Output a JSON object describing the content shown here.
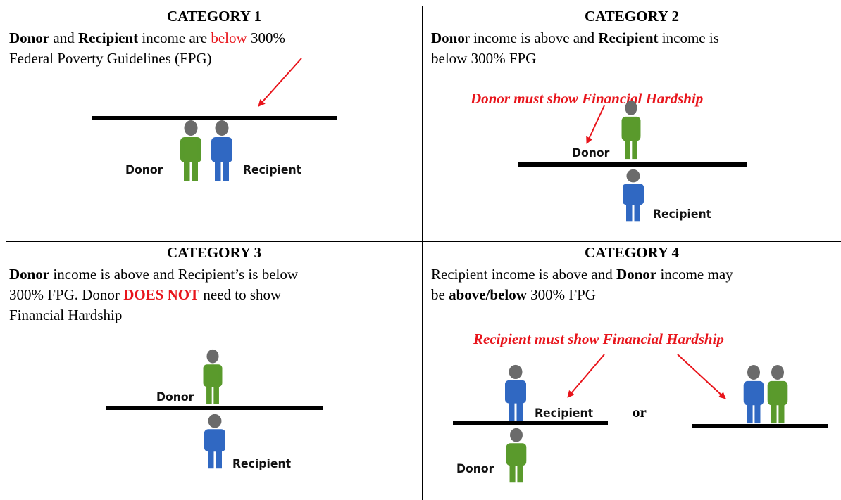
{
  "colors": {
    "donor": "#5a9a2c",
    "recipient": "#3068c2",
    "head": "#6b6b6b",
    "accent": "#e8141b"
  },
  "cells": {
    "c1": {
      "title": "CATEGORY 1",
      "l1_a": "Donor",
      "l1_b": " and ",
      "l1_c": "Recipient",
      "l1_d": " income are ",
      "l1_e": "below",
      "l1_f": " 300%",
      "l2": "Federal Poverty Guidelines (FPG)",
      "donor_label": "Donor",
      "recipient_label": "Recipient"
    },
    "c2": {
      "title": "CATEGORY 2",
      "l1_a": "Dono",
      "l1_b": "r income is above and ",
      "l1_c": "Recipient",
      "l1_d": " income is",
      "l2": "below 300% FPG",
      "note": "Donor must show Financial Hardship",
      "donor_label": "Donor",
      "recipient_label": "Recipient"
    },
    "c3": {
      "title": "CATEGORY 3",
      "l1_a": "Donor",
      "l1_b": " income is above and Recipient’s is below",
      "l2_a": "300% FPG. Donor ",
      "l2_b": "DOES NOT",
      "l2_c": " need to show",
      "l3": "Financial Hardship",
      "donor_label": "Donor",
      "recipient_label": "Recipient"
    },
    "c4": {
      "title": "CATEGORY 4",
      "l1_a": "Recipient income is above and ",
      "l1_b": "Donor",
      "l1_c": " income may",
      "l2_a": "be ",
      "l2_b": "above/below",
      "l2_c": " 300% FPG",
      "note": "Recipient must show Financial Hardship",
      "recipient_label": "Recipient",
      "donor_label": "Donor",
      "or": "or"
    }
  }
}
